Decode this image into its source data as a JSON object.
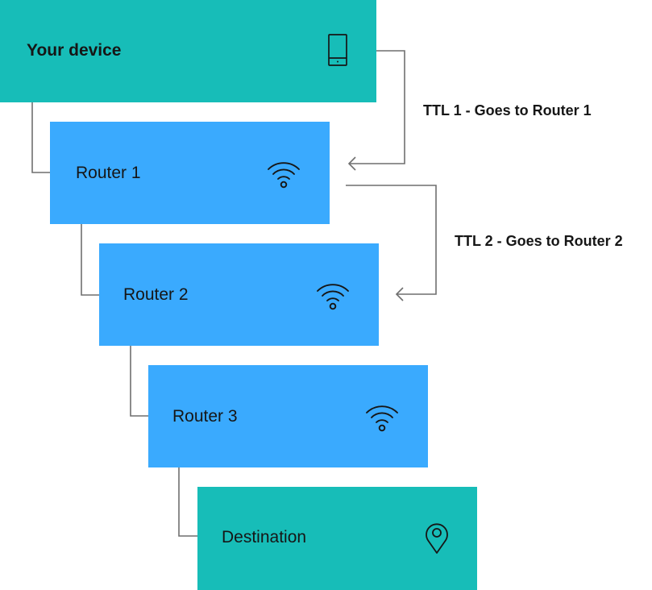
{
  "colors": {
    "device_node": "#17bdb8",
    "router_node": "#3aaafe",
    "destination_node": "#17bdb8",
    "connector": "#6f6f6f",
    "text": "#161616"
  },
  "nodes": {
    "device": {
      "label": "Your device",
      "icon": "mobile-phone-icon"
    },
    "router1": {
      "label": "Router 1",
      "icon": "wifi-icon"
    },
    "router2": {
      "label": "Router 2",
      "icon": "wifi-icon"
    },
    "router3": {
      "label": "Router 3",
      "icon": "wifi-icon"
    },
    "destination": {
      "label": "Destination",
      "icon": "location-pin-icon"
    }
  },
  "annotations": {
    "ttl1": "TTL 1 - Goes to Router 1",
    "ttl2": "TTL 2 - Goes to Router 2"
  }
}
